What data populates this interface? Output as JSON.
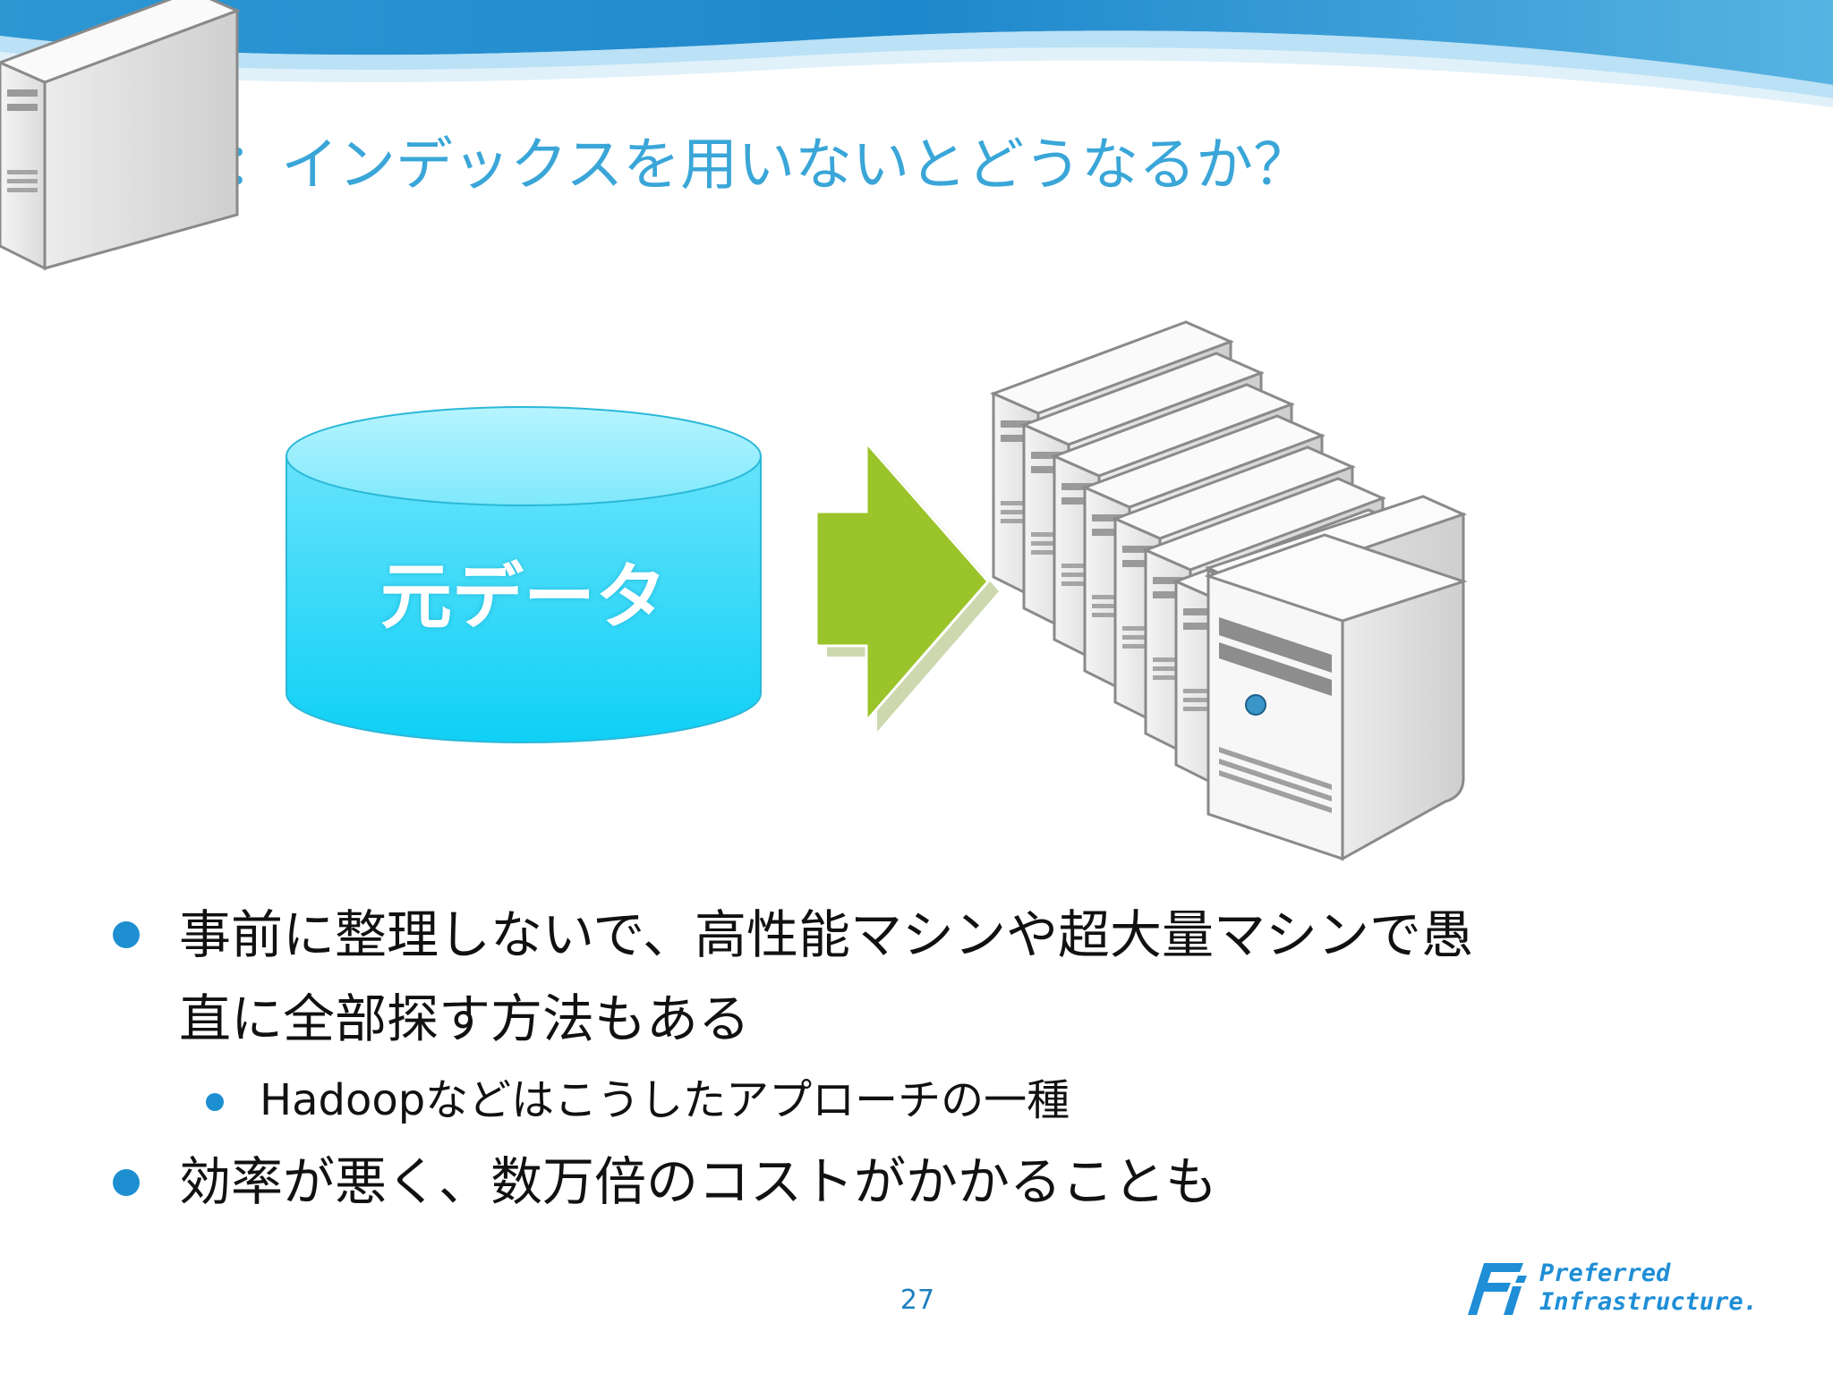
{
  "slide": {
    "title": "余談：インデックスを用いないとどうなるか？",
    "page_number": "27"
  },
  "diagram": {
    "database_label": "元データ",
    "arrow_color": "#9ac42a",
    "database_color": "#19d3f5",
    "server_count": 8
  },
  "bullets": {
    "item1_line1": "事前に整理しないで、高性能マシンや超大量マシンで愚",
    "item1_line2": "直に全部探す方法もある",
    "sub1": "Hadoopなどはこうしたアプローチの一種",
    "item2": "効率が悪く、数万倍のコストがかかることも"
  },
  "logo": {
    "line1": "Preferred",
    "line2": "Infrastructure."
  },
  "colors": {
    "title": "#3aa6d8",
    "bullet": "#1d8fd0",
    "header_wave": "#1d8fd0"
  }
}
